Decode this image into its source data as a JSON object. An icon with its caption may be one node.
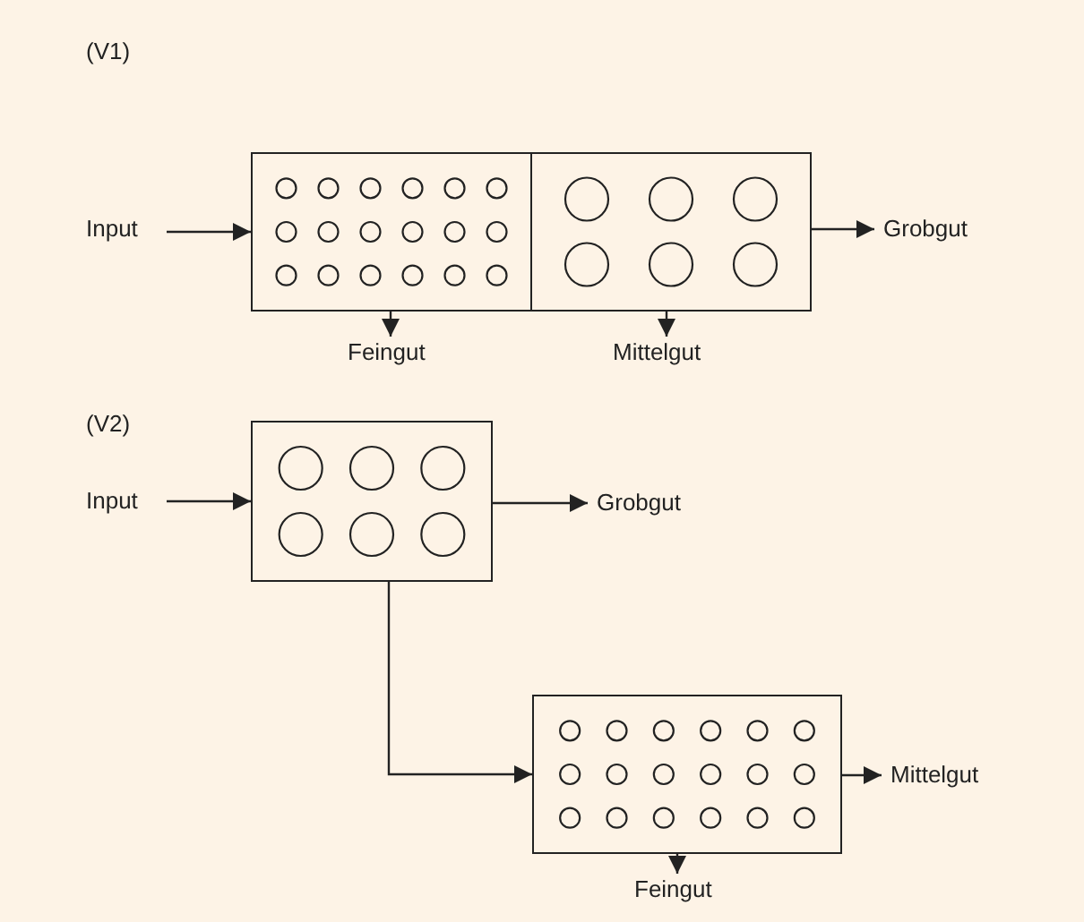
{
  "diagram": {
    "nodes": [
      {
        "text": [
          "Input"
        ]
      },
      {
        "text": [],
        "shape": "box"
      },
      {
        "text": [],
        "shape": "box"
      },
      {
        "text": [
          "Grobgut"
        ]
      },
      {
        "text": [
          "Feingut"
        ]
      },
      {
        "text": [
          "Mittelgut"
        ]
      },
      {
        "text": [
          "Input"
        ]
      },
      {
        "text": [],
        "shape": "box"
      },
      {
        "text": [
          "Grobgut"
        ]
      },
      {
        "text": [],
        "shape": "box"
      },
      {
        "text": [
          "Mittelgut"
        ]
      },
      {
        "text": [
          "Feingut"
        ]
      }
    ],
    "edges": [
      {
        "from": 0,
        "to": 1,
        "arrow": "to"
      },
      {
        "from": 2,
        "to": 3,
        "arrow": "to"
      },
      {
        "from": 1,
        "to": 4,
        "arrow": "to"
      },
      {
        "from": 2,
        "to": 5,
        "arrow": "to"
      },
      {
        "from": 6,
        "to": 7,
        "arrow": "to"
      },
      {
        "from": 7,
        "to": 8,
        "arrow": "to"
      },
      {
        "from": 7,
        "to": 9,
        "arrow": "to"
      },
      {
        "from": 9,
        "to": 10,
        "arrow": "to"
      },
      {
        "from": 9,
        "to": 11,
        "arrow": "to"
      }
    ],
    "labels": [
      "(V1)",
      "(V2)"
    ]
  }
}
